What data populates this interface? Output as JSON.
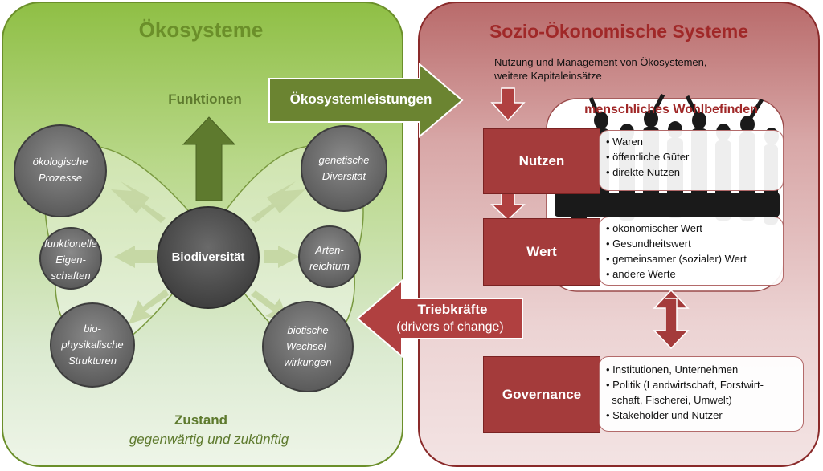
{
  "eco": {
    "title": "Ökosysteme",
    "functions_label": "Funktionen",
    "center": "Biodiversität",
    "circles": {
      "c1": "ökologische Prozesse",
      "c2": "funktionelle Eigen- schaften",
      "c3": "bio- physikalische Strukturen",
      "c4": "genetische Diversität",
      "c5": "Arten- reichtum",
      "c6": "biotische Wechsel- wirkungen"
    },
    "state_title": "Zustand",
    "state_sub": "gegenwärtig und zukünftig"
  },
  "arrows": {
    "services": "Ökosystemleistungen",
    "drivers_title": "Triebkräfte",
    "drivers_sub": "(drivers of change)"
  },
  "socio": {
    "title": "Sozio-Ökonomische Systeme",
    "usage_line1": "Nutzung und Management von Ökosystemen,",
    "usage_line2": "weitere Kapitaleinsätze",
    "wellbeing": "menschliches Wohlbefinden",
    "nutzen": {
      "label": "Nutzen",
      "items": [
        "• Waren",
        "• öffentliche Güter",
        "• direkte Nutzen"
      ]
    },
    "wert": {
      "label": "Wert",
      "items": [
        "• ökonomischer Wert",
        "• Gesundheitswert",
        "• gemeinsamer (sozialer) Wert",
        "• andere Werte"
      ]
    },
    "governance": {
      "label": "Governance",
      "items": [
        "• Institutionen, Unternehmen",
        "• Politik (Landwirtschaft, Forstwirt-",
        "  schaft, Fischerei, Umwelt)",
        "• Stakeholder und Nutzer"
      ]
    }
  },
  "colors": {
    "green_title": "#6b8f2a",
    "red_title": "#a02828",
    "red_box": "#a43b3b",
    "circle": "#6e6e6e"
  }
}
